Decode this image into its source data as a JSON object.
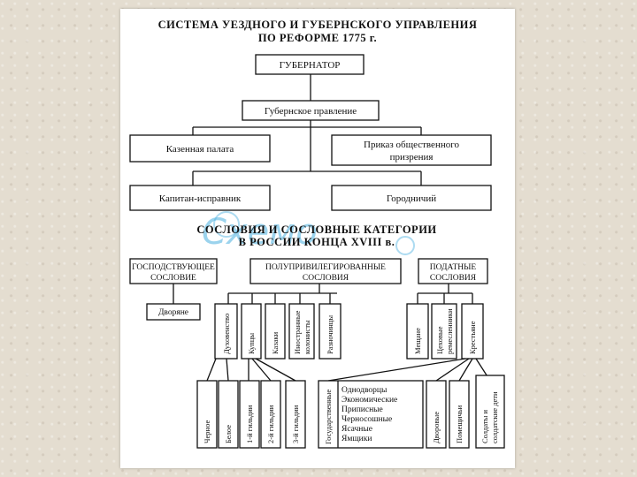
{
  "title_line1": "СИСТЕМА УЕЗДНОГО И ГУБЕРНСКОГО УПРАВЛЕНИЯ",
  "title_line2": "ПО РЕФОРМЕ 1775 г.",
  "gov": {
    "governor": "ГУБЕРНАТОР",
    "board": "Губернское правление",
    "treasury": "Казенная палата",
    "charity_1": "Приказ общественного",
    "charity_2": "призрения",
    "captain": "Капитан-исправник",
    "mayor": "Городничий"
  },
  "title2_line1": "СОСЛОВИЯ И СОСЛОВНЫЕ КАТЕГОРИИ",
  "title2_line2": "В РОССИИ КОНЦА XVIII в.",
  "estates": {
    "dominant_1": "ГОСПОДСТВУЮЩЕЕ",
    "dominant_2": "СОСЛОВИЕ",
    "semi_1": "ПОЛУПРИВИЛЕГИРОВАННЫЕ",
    "semi_2": "СОСЛОВИЯ",
    "taxed_1": "ПОДАТНЫЕ",
    "taxed_2": "СОСЛОВИЯ",
    "nobles": "Дворяне",
    "clergy": "Духовенство",
    "merchants": "Купцы",
    "cossacks": "Казаки",
    "colonists_1": "Иностранные",
    "colonists_2": "колонисты",
    "raznochintsy": "Разночинцы",
    "townsfolk": "Мещане",
    "guild_1": "Цеховые",
    "guild_2": "ремесленники",
    "peasants": "Крестьяне",
    "black_clergy": "Черное",
    "white_clergy": "Белое",
    "guild1": "1-й гильдии",
    "guild2": "2-й гильдии",
    "guild3": "3-й гильдии",
    "state": "Государственные",
    "state_list": [
      "Однодворцы",
      "Экономические",
      "Приписные",
      "Черносошные",
      "Ясачные",
      "Ямщики"
    ],
    "household": "Дворовые",
    "landlord": "Помещичьи",
    "soldiers_1": "Солдаты и",
    "soldiers_2": "солдатские дети"
  },
  "watermark": "Схемо"
}
